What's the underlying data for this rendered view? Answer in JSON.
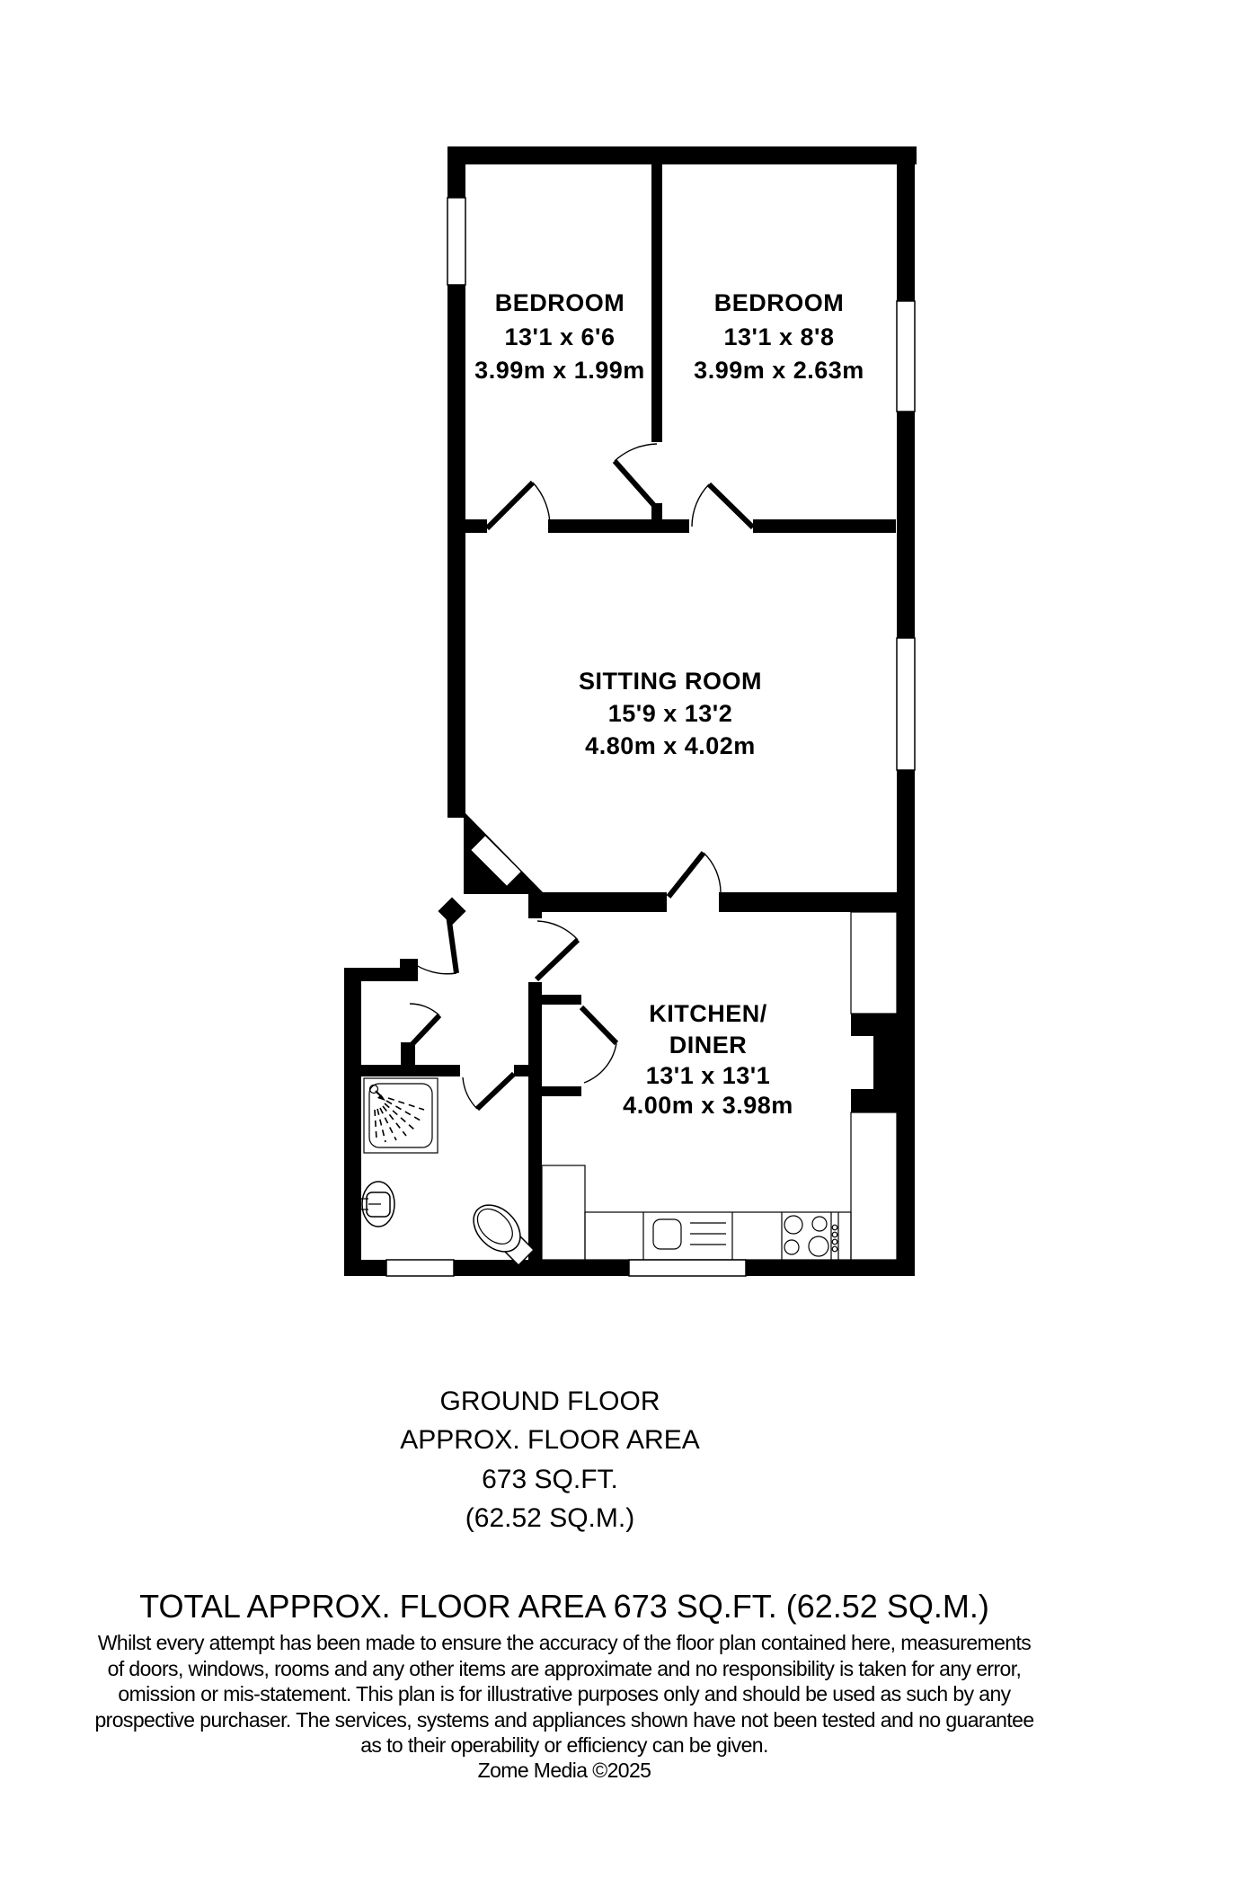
{
  "page": {
    "background": "#ffffff",
    "wall_color": "#000000"
  },
  "rooms": {
    "bedroom1": {
      "label": "BEDROOM",
      "imperial": "13'1 x 6'6",
      "metric": "3.99m x 1.99m"
    },
    "bedroom2": {
      "label": "BEDROOM",
      "imperial": "13'1 x 8'8",
      "metric": "3.99m x 2.63m"
    },
    "sitting_room": {
      "label": "SITTING ROOM",
      "imperial": "15'9 x 13'2",
      "metric": "4.80m x 4.02m"
    },
    "kitchen_diner": {
      "label_line1": "KITCHEN/",
      "label_line2": "DINER",
      "imperial": "13'1 x 13'1",
      "metric": "4.00m x 3.98m"
    }
  },
  "summary": {
    "floor": "GROUND FLOOR",
    "area_label": "APPROX. FLOOR AREA",
    "area_imperial": "673 SQ.FT.",
    "area_metric": "(62.52 SQ.M.)"
  },
  "total_line": "TOTAL APPROX. FLOOR AREA 673 SQ.FT. (62.52 SQ.M.)",
  "disclaimer": {
    "lines": [
      "Whilst every attempt has been made to ensure the accuracy of the floor plan contained here, measurements",
      "of doors, windows, rooms and any other items are approximate and no responsibility is taken for any error,",
      "omission or mis-statement. This plan is for illustrative purposes only and should be used as such by any",
      "prospective purchaser. The services, systems and appliances shown have not been tested and no guarantee",
      "as to their operability or efficiency can be given."
    ]
  },
  "credit": "Zome Media ©2025"
}
